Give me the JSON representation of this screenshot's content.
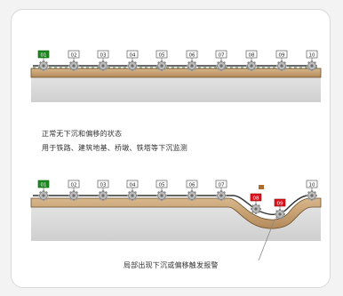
{
  "top_panel": {
    "labels": [
      "01",
      "02",
      "03",
      "04",
      "05",
      "06",
      "07",
      "08",
      "09",
      "10"
    ],
    "caption_line1": "正常无下沉和偏移的状态",
    "caption_line2": "用于铁路、建筑地基、桥墩、铁塔等下沉监测"
  },
  "bottom_panel": {
    "labels": [
      "01",
      "02",
      "03",
      "04",
      "05",
      "06",
      "07",
      "08",
      "09",
      "10"
    ],
    "alarm_caption": "局部出现下沉或偏移触发报警"
  },
  "colors": {
    "background": "#f3f3f3",
    "card": "#ffffff",
    "label_first": "#1a8a1a",
    "label_alarm": "#e0121c",
    "label_normal": "#ffffff",
    "ground": "#d9d9d9",
    "rail_bed": "#c8a57a",
    "rail_bed_dark": "#8a6a40"
  },
  "states": {
    "top_alarm_labels": [],
    "bottom_alarm_labels": [
      "08",
      "09"
    ],
    "first_label": "01"
  }
}
